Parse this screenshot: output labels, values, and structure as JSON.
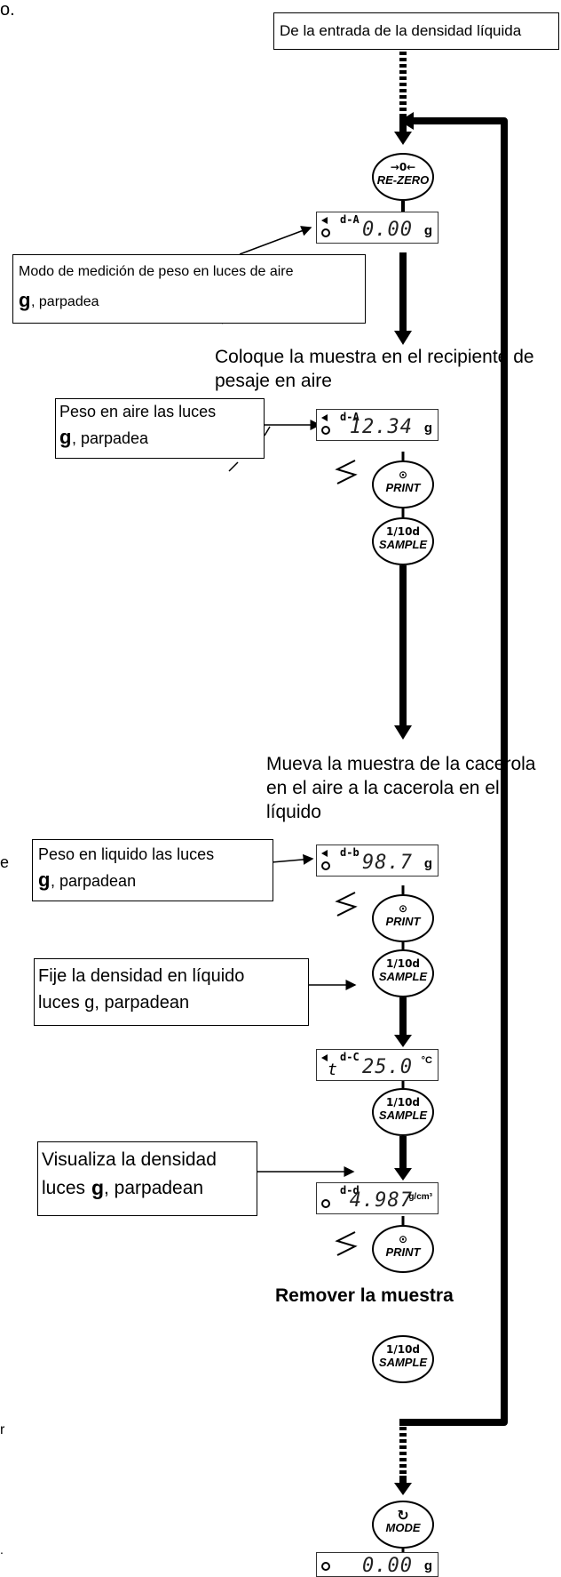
{
  "start_box": "De la entrada de la densidad líquida",
  "keys": {
    "rezero": {
      "symbol": "→0←",
      "label": "RE-ZERO"
    },
    "print": {
      "symbol": "⊙",
      "label": "PRINT"
    },
    "sample": {
      "symbol": "1/10d",
      "label": "SAMPLE"
    },
    "mode": {
      "symbol": "↻",
      "label": "MODE"
    }
  },
  "displays": [
    {
      "code": "d-A",
      "value": "0.00",
      "unit": "g"
    },
    {
      "code": "d-A",
      "value": "12.34",
      "unit": "g"
    },
    {
      "code": "d-b",
      "value": "98.7",
      "unit": "g"
    },
    {
      "code": "d-C",
      "prefix": "t",
      "value": "25.0",
      "unit": "°C"
    },
    {
      "code": "d-d",
      "value": "4.987",
      "unit": "g/cm³"
    },
    {
      "code": "",
      "value": "0.00",
      "unit": "g"
    }
  ],
  "notes": {
    "air_mode_line1": "Modo de medición de peso en luces de aire",
    "air_mode_g": "g",
    "air_mode_rest": ", parpadea",
    "place_sample": "Coloque la muestra en el recipiente de pesaje en aire",
    "air_weight_line1": "Peso en aire las luces",
    "air_weight_g": "g",
    "air_weight_rest": " , parpadea",
    "move_sample": "Mueva la muestra de la cacerola en el aire a la cacerola en el líquido",
    "liquid_weight_line1": "Peso en liquido las luces",
    "liquid_weight_g": "g",
    "liquid_weight_rest": ", parpadean",
    "set_density_line1": "Fije la densidad en líquido",
    "set_density_line2": "luces g, parpadean",
    "show_density_line1": "Visualiza la densidad",
    "show_density_pre": "luces ",
    "show_density_g": "g",
    "show_density_rest": ", parpadean",
    "remove_sample": "Remover la muestra"
  },
  "margin_fragments": [
    "o.",
    "e",
    "r",
    "."
  ]
}
